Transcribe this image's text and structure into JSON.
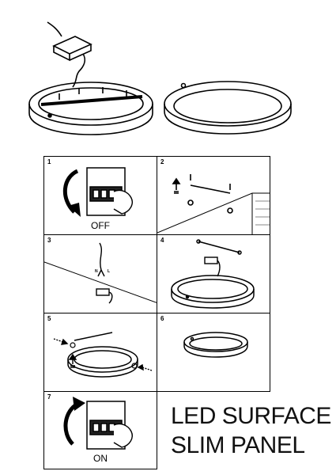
{
  "steps": [
    {
      "number": "1",
      "caption": "OFF"
    },
    {
      "number": "2",
      "caption": ""
    },
    {
      "number": "3",
      "caption": ""
    },
    {
      "number": "4",
      "caption": ""
    },
    {
      "number": "5",
      "caption": ""
    },
    {
      "number": "6",
      "caption": ""
    },
    {
      "number": "7",
      "caption": "ON"
    }
  ],
  "title": {
    "line1": "LED SURFACE",
    "line2": "SLIM PANEL"
  },
  "labels": {
    "n": "N",
    "l": "L"
  }
}
